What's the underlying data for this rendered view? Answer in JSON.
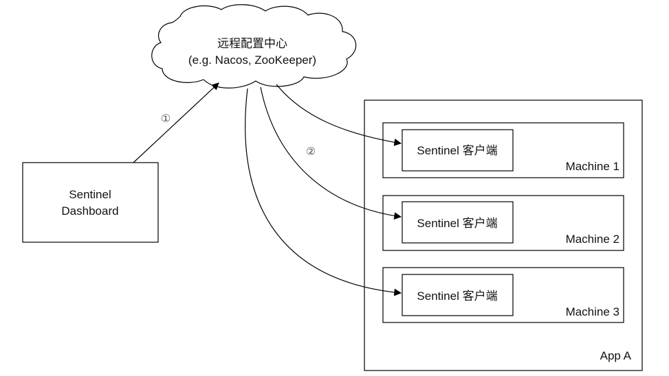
{
  "cloud": {
    "line1": "远程配置中心",
    "line2": "(e.g. Nacos, ZooKeeper)"
  },
  "dashboard": {
    "line1": "Sentinel",
    "line2": "Dashboard"
  },
  "steps": {
    "push": "①",
    "sync": "②"
  },
  "app": {
    "label": "App A",
    "machines": [
      {
        "label": "Machine 1",
        "client": "Sentinel 客户端"
      },
      {
        "label": "Machine 2",
        "client": "Sentinel 客户端"
      },
      {
        "label": "Machine 3",
        "client": "Sentinel 客户端"
      }
    ]
  }
}
